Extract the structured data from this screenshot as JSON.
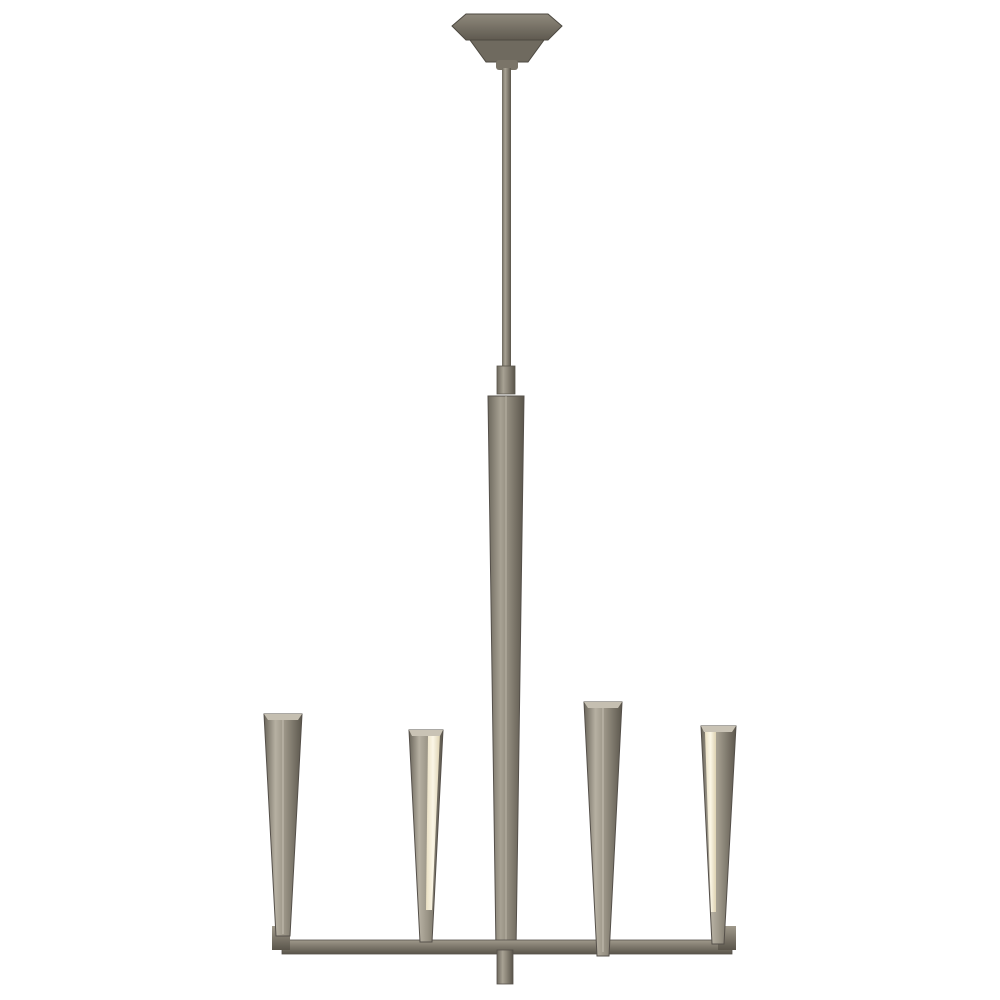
{
  "image": {
    "subject": "chandelier-product-photo",
    "background_color": "#ffffff",
    "finish_colors": {
      "metal_dark": "#5f5a50",
      "metal_mid": "#8a8477",
      "metal_light": "#b3ada0",
      "metal_highlight": "#d4cfc4",
      "light_glow": "#f3ecd6"
    },
    "arm_count": 4,
    "lit_arms": 2
  }
}
